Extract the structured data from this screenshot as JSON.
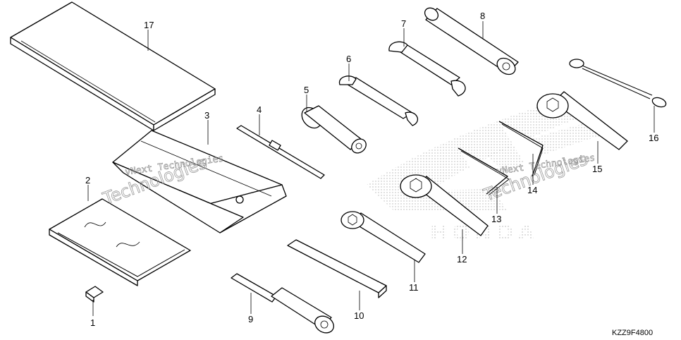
{
  "diagram": {
    "code": "KZZ9F4800",
    "brand_mark": "HONDA",
    "watermark_text": "vNext Technologies",
    "watermark_big_text": "Technologies",
    "parts": [
      {
        "num": "1"
      },
      {
        "num": "2"
      },
      {
        "num": "3"
      },
      {
        "num": "4"
      },
      {
        "num": "5"
      },
      {
        "num": "6"
      },
      {
        "num": "7"
      },
      {
        "num": "8"
      },
      {
        "num": "9"
      },
      {
        "num": "10"
      },
      {
        "num": "11"
      },
      {
        "num": "12"
      },
      {
        "num": "13"
      },
      {
        "num": "14"
      },
      {
        "num": "15"
      },
      {
        "num": "16"
      },
      {
        "num": "17"
      }
    ]
  }
}
